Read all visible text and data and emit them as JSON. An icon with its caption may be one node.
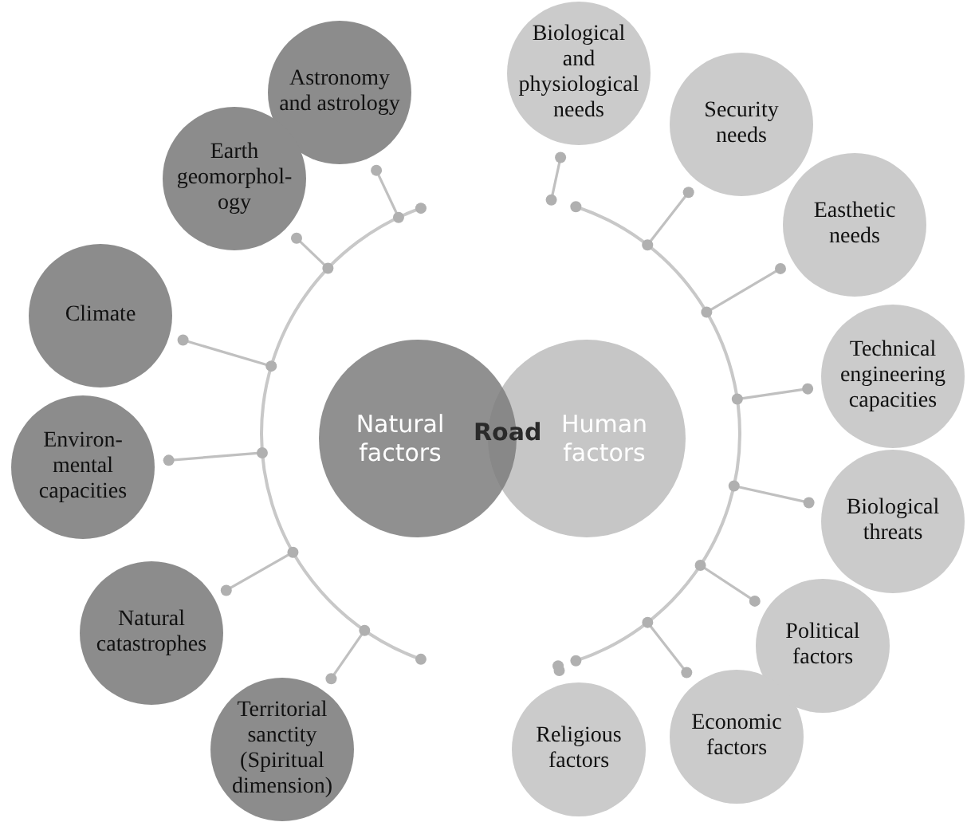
{
  "diagram": {
    "nodes": [
      {
        "text": [
          "Natural factors"
        ]
      },
      {
        "text": [
          "Human factors"
        ]
      },
      {
        "text": [
          "Astronomy and astrology"
        ]
      },
      {
        "text": [
          "Earth geomorphol-ogy"
        ]
      },
      {
        "text": [
          "Climate"
        ]
      },
      {
        "text": [
          "Environ-mental capacities"
        ]
      },
      {
        "text": [
          "Natural catastrophes"
        ]
      },
      {
        "text": [
          "Territorial sanctity (Spiritual dimension)"
        ]
      },
      {
        "text": [
          "Biological and physiological needs"
        ]
      },
      {
        "text": [
          "Security needs"
        ]
      },
      {
        "text": [
          "Easthetic needs"
        ]
      },
      {
        "text": [
          "Technical engineering capacities"
        ]
      },
      {
        "text": [
          "Biological threats"
        ]
      },
      {
        "text": [
          "Political factors"
        ]
      },
      {
        "text": [
          "Economic factors"
        ]
      },
      {
        "text": [
          "Religious factors"
        ]
      }
    ],
    "edges": [],
    "labels": [
      "Road"
    ]
  }
}
